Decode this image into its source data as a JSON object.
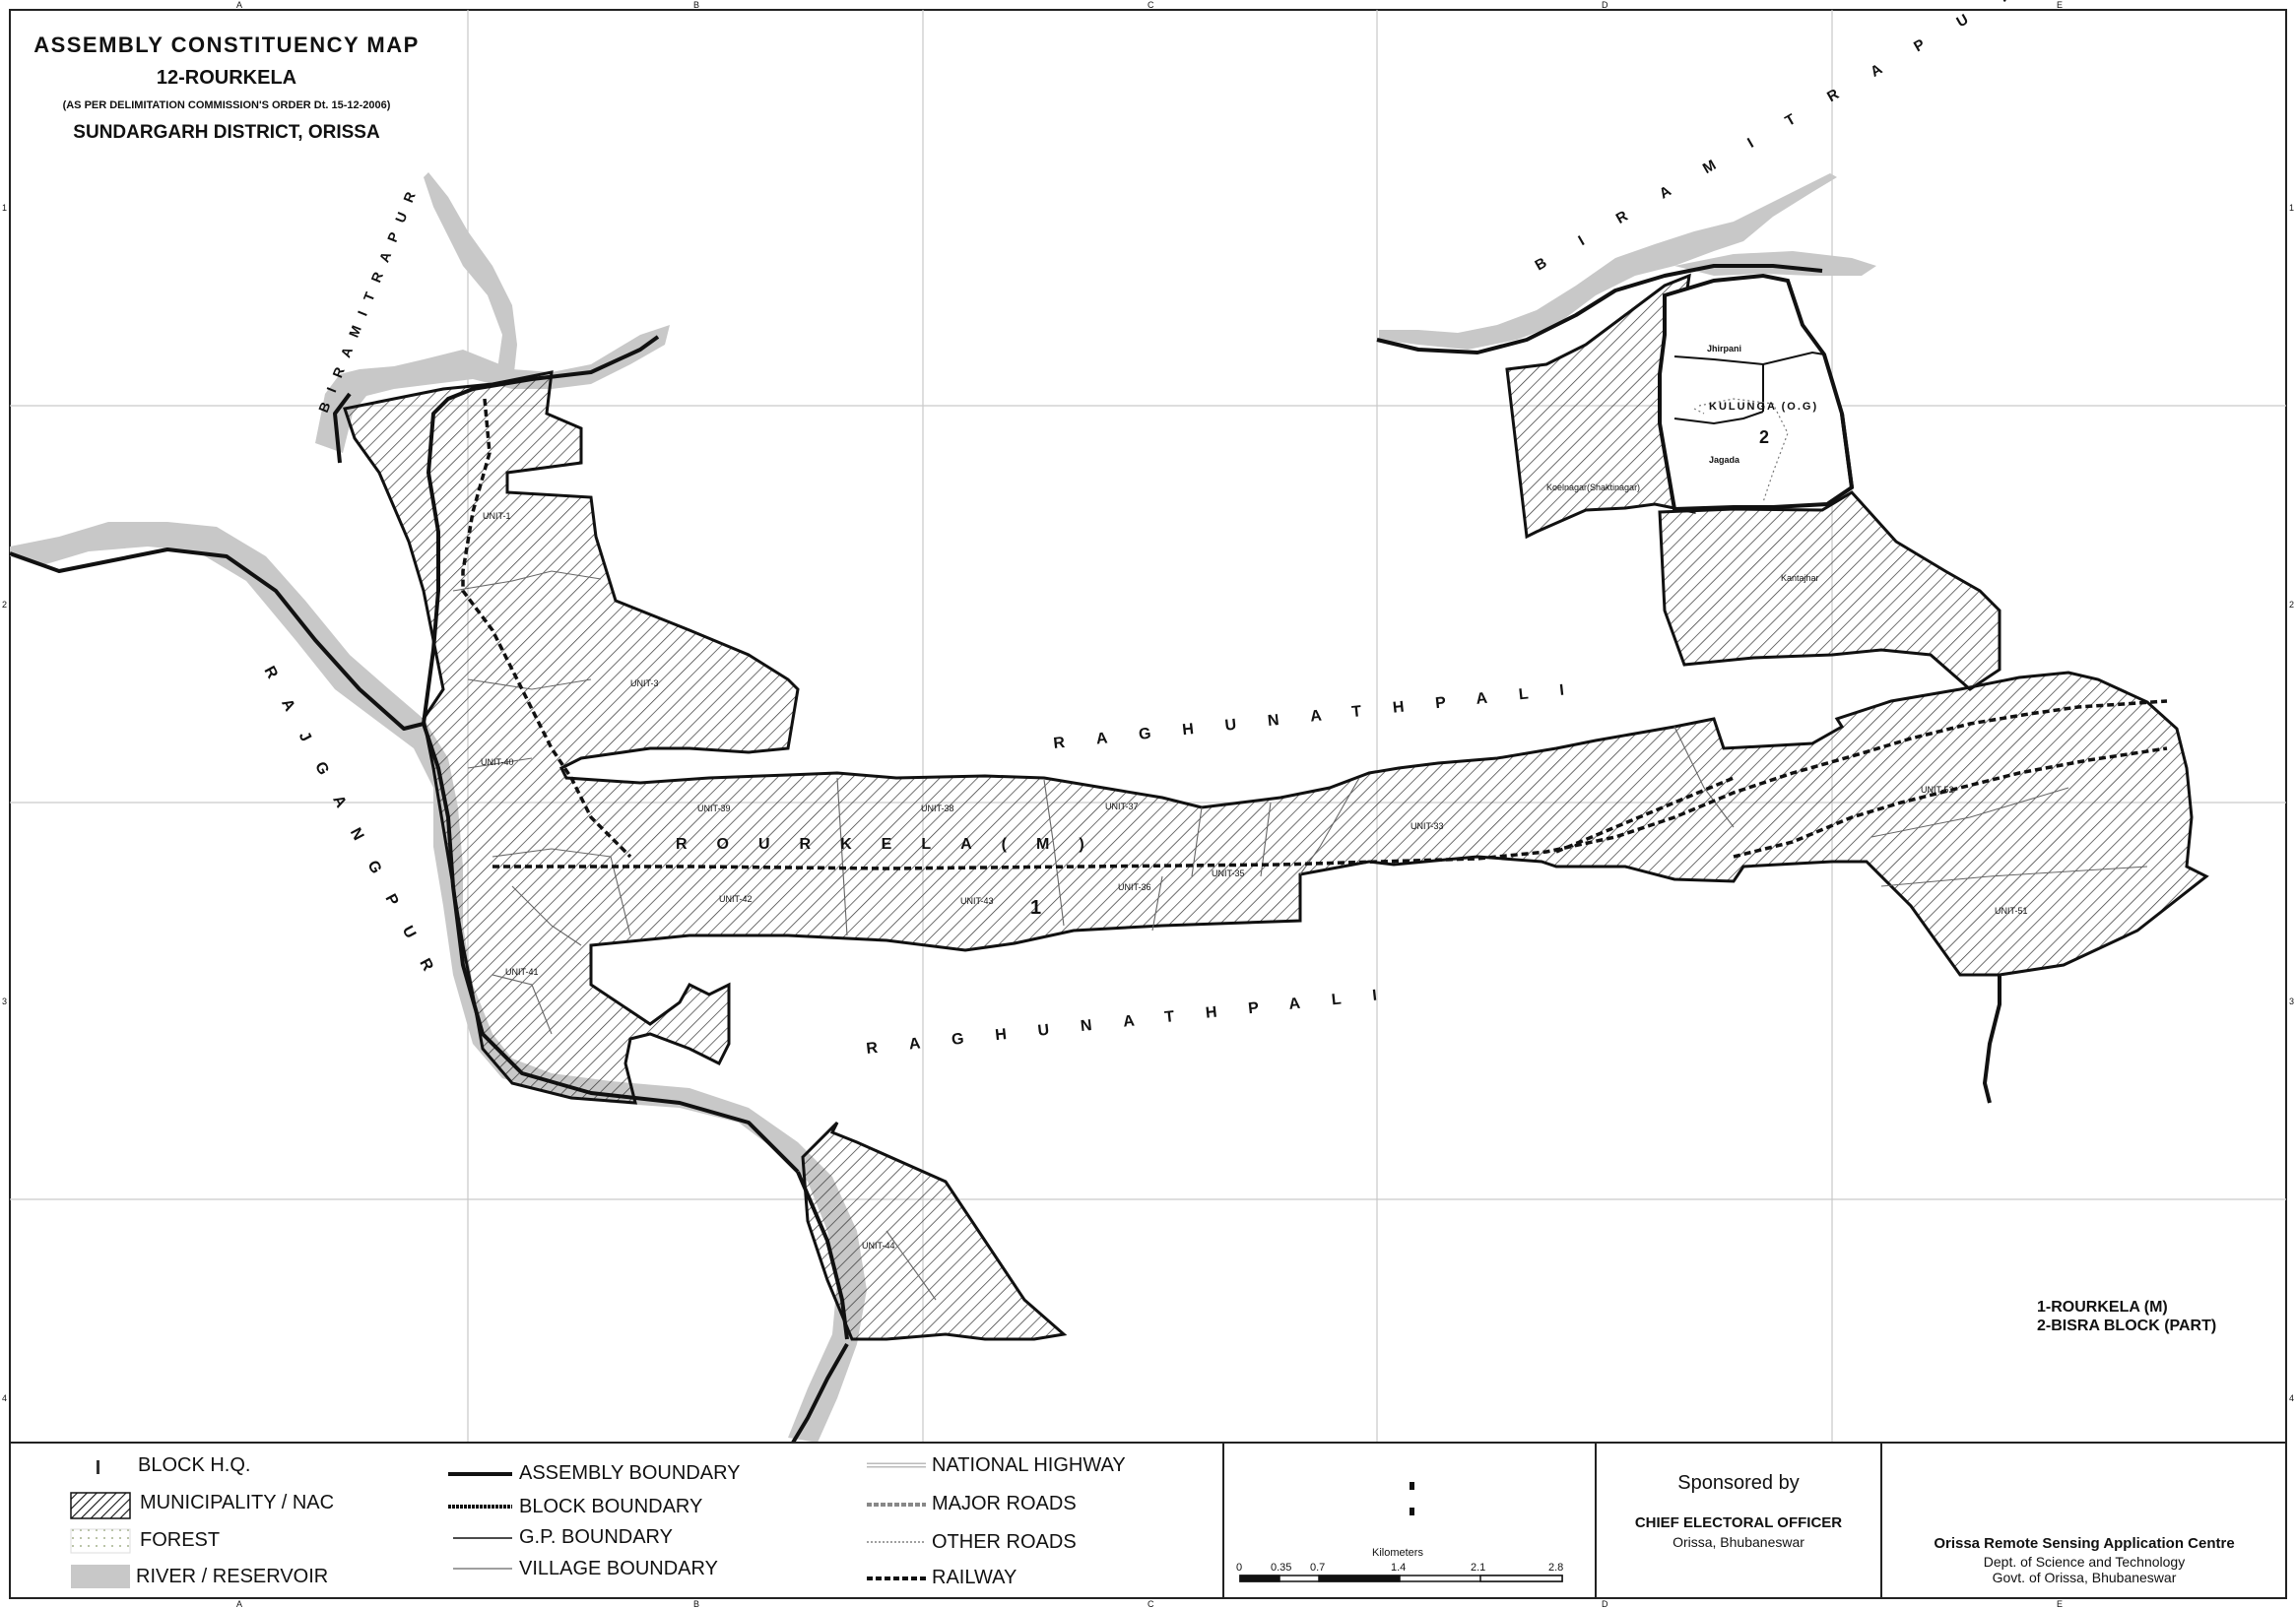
{
  "header": {
    "title": "ASSEMBLY CONSTITUENCY MAP",
    "constituency": "12-ROURKELA",
    "order": "(AS PER DELIMITATION COMMISSION'S ORDER Dt. 15-12-2006)",
    "district": "SUNDARGARH  DISTRICT, ORISSA"
  },
  "grid": {
    "columns": [
      "A",
      "B",
      "C",
      "D",
      "E"
    ],
    "rows": [
      "1",
      "2",
      "3",
      "4"
    ]
  },
  "labels": {
    "biramitrapur_w": "BIRAMITRAPUR",
    "biramitrapur_ne": "BIRAMITRAPUR",
    "rajgangpur": "RAJGANGPUR",
    "raghunathpali_top": "RAGHUNATHPALI",
    "raghunathpali_bottom": "RAGHUNATHPALI",
    "rourkela_m": "ROURKELA(M)",
    "units": {
      "u1": "UNIT-1",
      "u3": "UNIT-3",
      "u40": "UNIT-40",
      "u39": "UNIT-39",
      "u38": "UNIT-38",
      "u37": "UNIT-37",
      "u42": "UNIT-42",
      "u43": "UNIT-43",
      "u36": "UNIT-36",
      "u35": "UNIT-35",
      "u33": "UNIT-33",
      "u41": "UNIT-41",
      "u44": "UNIT-44",
      "u51": "UNIT-51",
      "u52": "UNIT-52"
    },
    "villages": {
      "jhirpani": "Jhirpani",
      "kulunga": "KULUNGA (O.G)",
      "jagda": "Jagada",
      "koelnagar": "Koelnagar(Shaktinagar)",
      "kantajhar": "Kantajhar"
    },
    "part1": "1",
    "part2": "2",
    "parts_key_1": "1-ROURKELA (M)",
    "parts_key_2": "2-BISRA BLOCK (PART)"
  },
  "legend": {
    "col1": [
      "BLOCK H.Q.",
      "MUNICIPALITY / NAC",
      "FOREST",
      "RIVER / RESERVOIR"
    ],
    "col2": [
      "ASSEMBLY BOUNDARY",
      "BLOCK BOUNDARY",
      "G.P. BOUNDARY",
      "VILLAGE BOUNDARY"
    ],
    "col3": [
      "NATIONAL HIGHWAY",
      "MAJOR ROADS",
      "OTHER ROADS",
      "RAILWAY"
    ]
  },
  "scale": {
    "unit": "Kilometers",
    "ticks": [
      "0",
      "0.35",
      "0.7",
      "1.4",
      "2.1",
      "2.8"
    ]
  },
  "sponsor": {
    "heading": "Sponsored by",
    "name": "CHIEF ELECTORAL OFFICER",
    "place": "Orissa, Bhubaneswar"
  },
  "agency": {
    "name": "Orissa Remote Sensing Application Centre",
    "dept": "Dept. of Science and Technology",
    "govt": "Govt. of Orissa, Bhubaneswar"
  },
  "colors": {
    "river": "#c8c8c8",
    "boundary": "#111111",
    "grid": "#c9c9c9"
  }
}
